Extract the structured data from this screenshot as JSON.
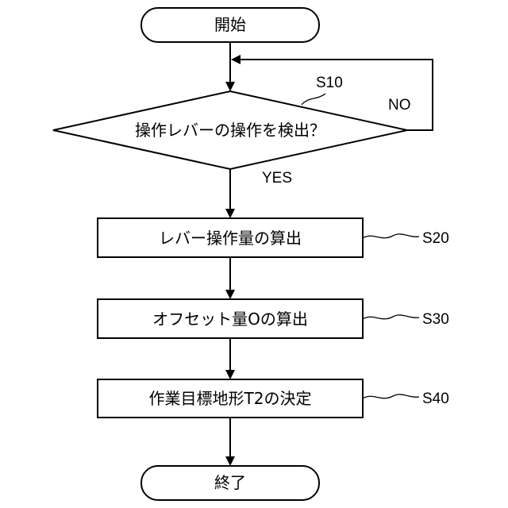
{
  "nodes": {
    "start": "開始",
    "decision": "操作レバーの操作を検出？",
    "s20": "レバー操作量の算出",
    "s30": "オフセット量Oの算出",
    "s40": "作業目標地形T2の決定",
    "end": "終了"
  },
  "steps": {
    "s10": "S10",
    "s20": "S20",
    "s30": "S30",
    "s40": "S40"
  },
  "branches": {
    "yes": "YES",
    "no": "NO"
  }
}
